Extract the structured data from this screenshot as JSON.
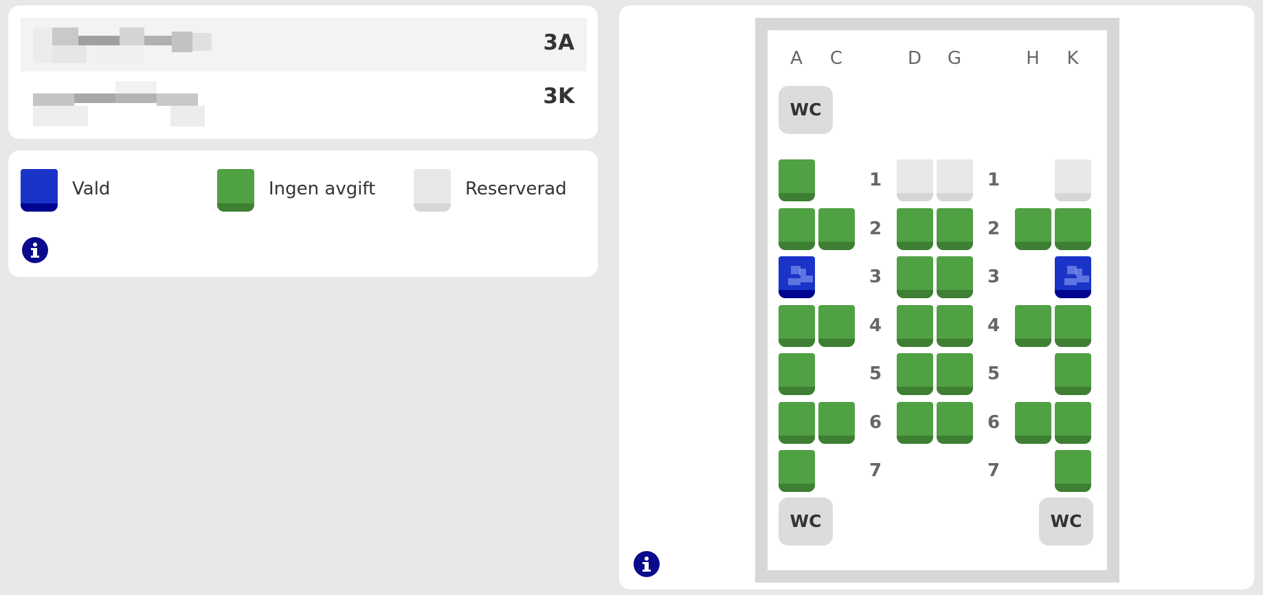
{
  "passengers": [
    {
      "seat": "3A",
      "active": true
    },
    {
      "seat": "3K",
      "active": false
    }
  ],
  "legend": {
    "items": [
      {
        "status": "selected",
        "label": "Vald"
      },
      {
        "status": "free",
        "label": "Ingen avgift"
      },
      {
        "status": "reserved",
        "label": "Reserverad"
      }
    ],
    "info_icon": "info-icon"
  },
  "seatmap": {
    "columns": [
      "A",
      "C",
      "D",
      "G",
      "H",
      "K"
    ],
    "wc_label": "WC",
    "rows": [
      {
        "number": "1",
        "seats": {
          "A": "free",
          "D": "reserved",
          "G": "reserved",
          "K": "reserved"
        }
      },
      {
        "number": "2",
        "seats": {
          "A": "free",
          "C": "free",
          "D": "free",
          "G": "free",
          "H": "free",
          "K": "free"
        }
      },
      {
        "number": "3",
        "seats": {
          "A": "selected",
          "D": "free",
          "G": "free",
          "K": "selected"
        }
      },
      {
        "number": "4",
        "seats": {
          "A": "free",
          "C": "free",
          "D": "free",
          "G": "free",
          "H": "free",
          "K": "free"
        }
      },
      {
        "number": "5",
        "seats": {
          "A": "free",
          "D": "free",
          "G": "free",
          "K": "free"
        }
      },
      {
        "number": "6",
        "seats": {
          "A": "free",
          "C": "free",
          "D": "free",
          "G": "free",
          "H": "free",
          "K": "free"
        }
      },
      {
        "number": "7",
        "seats": {
          "A": "free",
          "K": "free"
        }
      }
    ],
    "wc_positions": [
      "front-left",
      "rear-left",
      "rear-right"
    ],
    "info_icon": "info-icon"
  },
  "colors": {
    "selected": "#1a34c8",
    "selected_shade": "#00058f",
    "free": "#50a044",
    "free_shade": "#3e7f33",
    "reserved": "#e8e8e6",
    "reserved_shade": "#d6d6d4",
    "info": "#0a0a8c",
    "cabin_border": "#d7d7d7"
  }
}
